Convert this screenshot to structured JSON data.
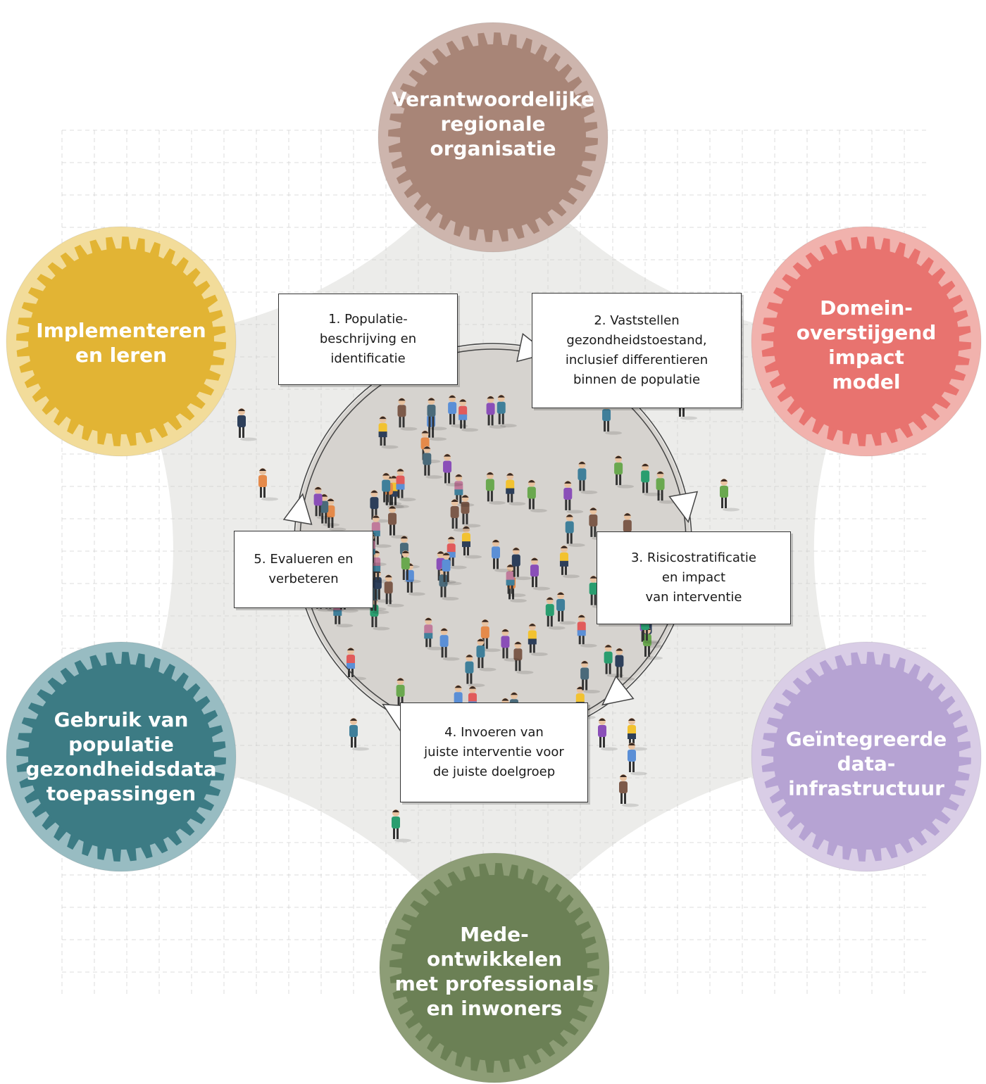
{
  "gears": [
    {
      "id": "top",
      "label": "Verantwoordelijke\nregionale\norganisatie",
      "outer": "#cdb5ad",
      "inner": "#a88577"
    },
    {
      "id": "right-top",
      "label": "Domein-\noverstijgend\nimpact model",
      "outer": "#f1b2ad",
      "inner": "#e8736f"
    },
    {
      "id": "right-bottom",
      "label": "Geïntegreerde\ndata-\ninfrastructuur",
      "outer": "#d9cde6",
      "inner": "#b6a3d3"
    },
    {
      "id": "bottom",
      "label": "Mede-\nontwikkelen\nmet professionals\nen inwoners",
      "outer": "#8d9d76",
      "inner": "#6b8055"
    },
    {
      "id": "left-bottom",
      "label": "Gebruik van\npopulatie\ngezondheidsdata\ntoepassingen",
      "outer": "#98bcc2",
      "inner": "#3c7b84"
    },
    {
      "id": "left-top",
      "label": "Implementeren\nen leren",
      "outer": "#f2dc9a",
      "inner": "#e2b434"
    }
  ],
  "steps": [
    {
      "id": "step-1",
      "text": "1. Populatie-\nbeschrijving en\nidentificatie"
    },
    {
      "id": "step-2",
      "text": "2. Vaststellen\ngezondheidstoestand,\ninclusief differentieren\nbinnen de populatie"
    },
    {
      "id": "step-3",
      "text": "3. Risicostratificatie\nen impact\nvan interventie"
    },
    {
      "id": "step-4",
      "text": "4. Invoeren van\njuiste interventie voor\nde juiste doelgroep"
    },
    {
      "id": "step-5",
      "text": "5. Evalueren en\nverbeteren"
    }
  ],
  "colors": {
    "blob": "#ececea",
    "grid": "#cfcfcf",
    "plaza": "#d6d3cf",
    "ring": "#444444",
    "people": [
      "#e15b5b",
      "#3f7f9a",
      "#2a9d6f",
      "#8a4fb8",
      "#f2c230",
      "#5b8fd6",
      "#7c5a4a",
      "#4a6a7a",
      "#c07b9b",
      "#2d3f5a",
      "#e58a4a",
      "#6aa84f"
    ]
  }
}
